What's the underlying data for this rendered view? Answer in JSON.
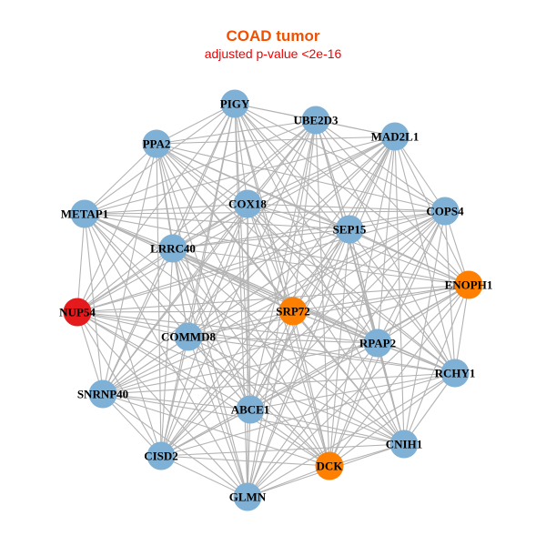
{
  "header": {
    "title": "COAD tumor",
    "subtitle": "adjusted p-value <2e-16"
  },
  "colors": {
    "title": "#f05000",
    "subtitle": "#f00000",
    "default_node": "#7fb0d5",
    "highlight_orange": "#ff7f00",
    "highlight_red": "#e41a1c",
    "edge": "#b3b3b3"
  },
  "network": {
    "nodes": [
      {
        "id": "PIGY",
        "group": "default"
      },
      {
        "id": "UBE2D3",
        "group": "default"
      },
      {
        "id": "MAD2L1",
        "group": "default"
      },
      {
        "id": "PPA2",
        "group": "default"
      },
      {
        "id": "COX18",
        "group": "default"
      },
      {
        "id": "METAP1",
        "group": "default"
      },
      {
        "id": "COPS4",
        "group": "default"
      },
      {
        "id": "SEP15",
        "group": "default"
      },
      {
        "id": "LRRC40",
        "group": "default"
      },
      {
        "id": "ENOPH1",
        "group": "orange"
      },
      {
        "id": "NUP54",
        "group": "red"
      },
      {
        "id": "SRP72",
        "group": "orange"
      },
      {
        "id": "COMMD8",
        "group": "default"
      },
      {
        "id": "RPAP2",
        "group": "default"
      },
      {
        "id": "RCHY1",
        "group": "default"
      },
      {
        "id": "SNRNP40",
        "group": "default"
      },
      {
        "id": "ABCE1",
        "group": "default"
      },
      {
        "id": "CNIH1",
        "group": "default"
      },
      {
        "id": "CISD2",
        "group": "default"
      },
      {
        "id": "DCK",
        "group": "orange"
      },
      {
        "id": "GLMN",
        "group": "default"
      }
    ],
    "edges": "near-complete graph among all nodes"
  }
}
